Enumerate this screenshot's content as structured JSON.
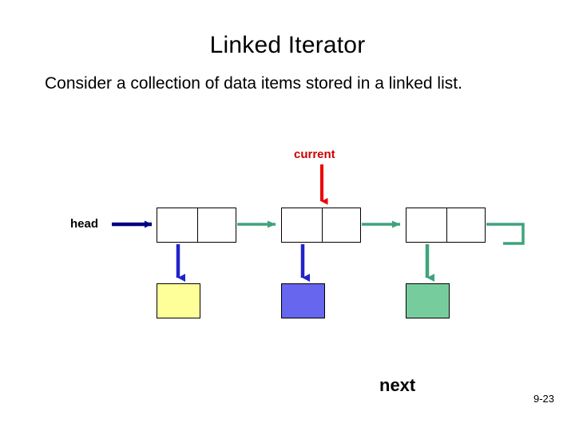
{
  "slide": {
    "title": "Linked Iterator",
    "body": "Consider a collection of data items stored in a linked list.",
    "page_number": "9-23"
  },
  "labels": {
    "current": "current",
    "head": "head",
    "next": "next"
  },
  "colors": {
    "current_label": "#cc0000",
    "current_arrow": "#ee0000",
    "head_arrow": "#000080",
    "next_arrow": "#3fa37a",
    "down_arrow": "#2222cc",
    "data1": "#ffff99",
    "data2": "#6666ee",
    "data3": "#77cc9e",
    "node_border": "#000000"
  },
  "diagram": {
    "type": "linked-list",
    "node_count": 3,
    "nodes": [
      {
        "id": "node-1",
        "data_color": "#ffff99"
      },
      {
        "id": "node-2",
        "data_color": "#6666ee"
      },
      {
        "id": "node-3",
        "data_color": "#77cc9e"
      }
    ],
    "pointers": [
      {
        "name": "head",
        "target": "node-1"
      },
      {
        "name": "current",
        "target": "node-2"
      },
      {
        "name": "next",
        "target": "node-3"
      }
    ]
  }
}
